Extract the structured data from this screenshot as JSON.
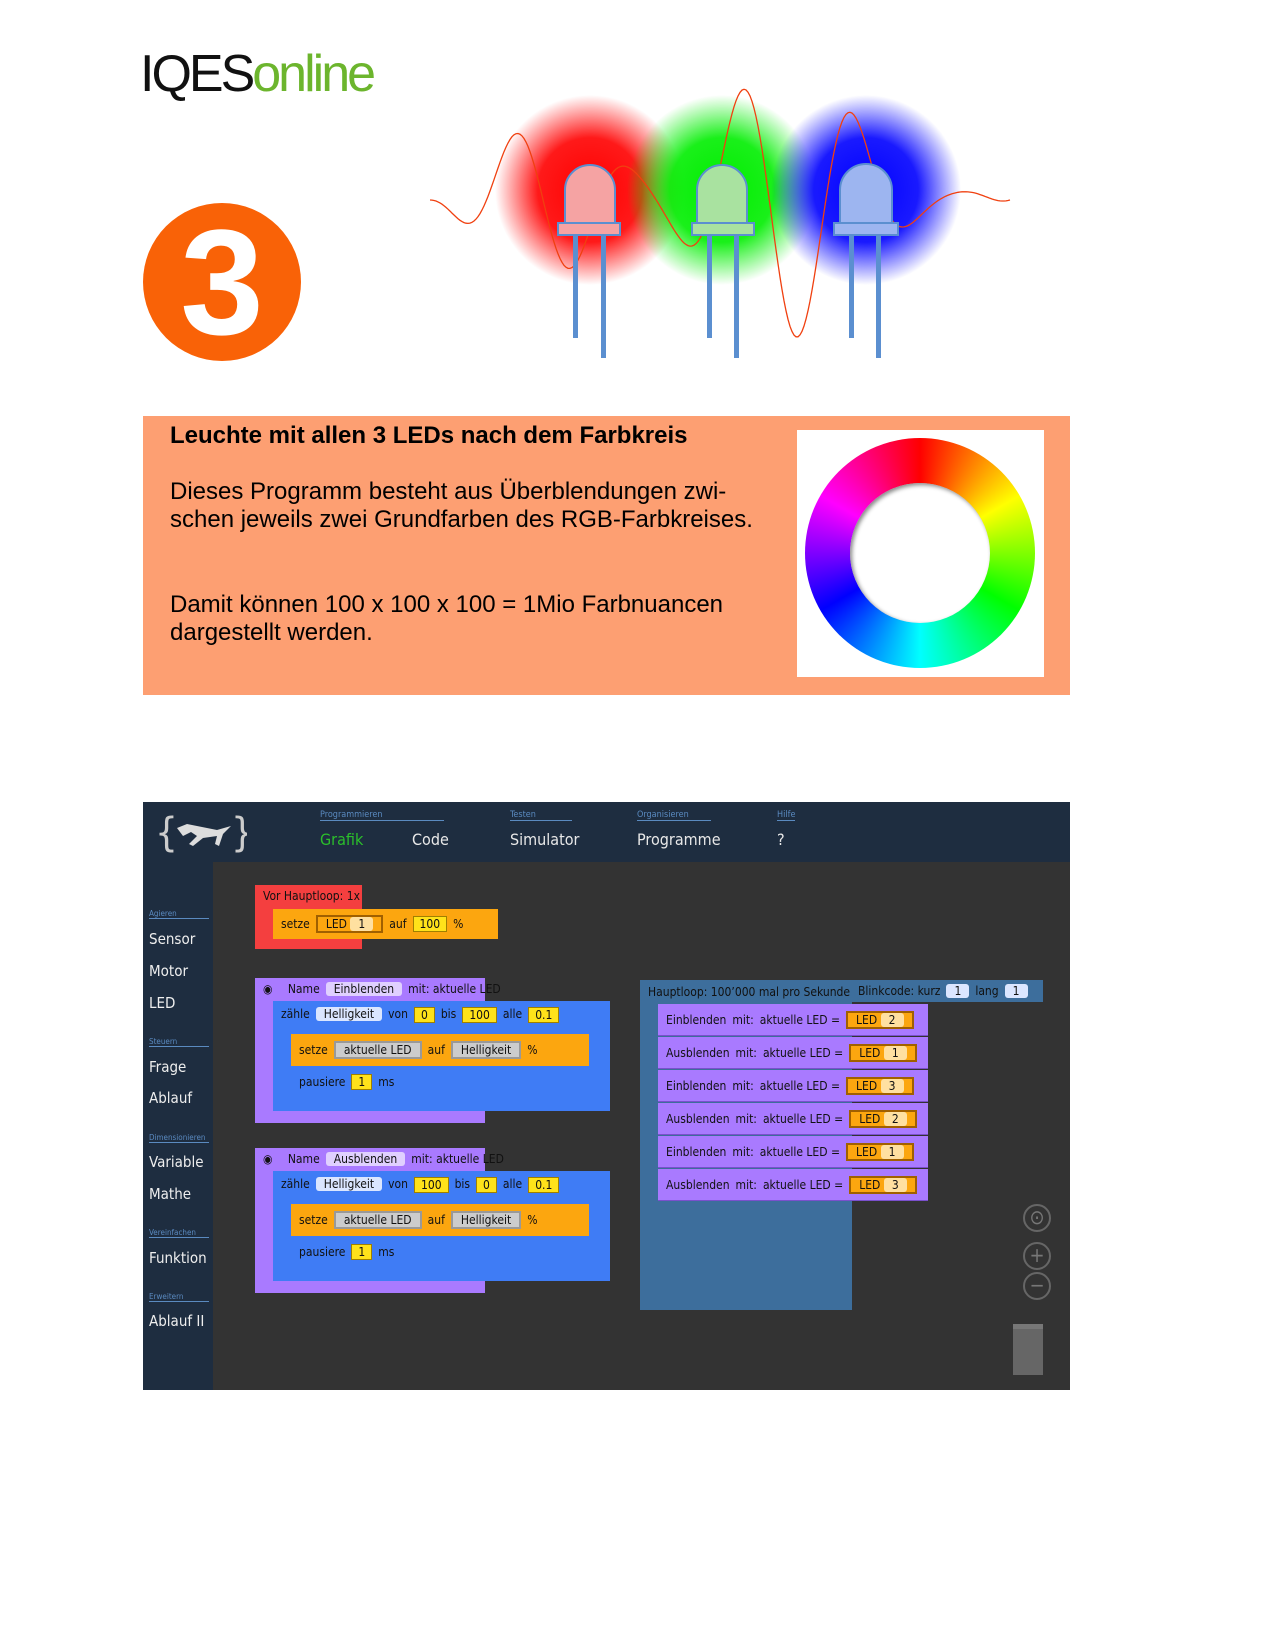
{
  "logo": {
    "part1": "IQES",
    "part2": "online"
  },
  "step_number": "3",
  "colors": {
    "orange": "#f96207",
    "panel": "#fd9f72",
    "led_red": "#f5a3a3",
    "led_green": "#a9e2a0",
    "led_blue": "#9db5f0"
  },
  "panel": {
    "title": "Leuchte mit allen 3 LEDs nach dem Farbkreis",
    "para1": "Dieses Programm besteht aus Überblendungen zwi-schen jeweils zwei Grundfarben des RGB-Farbkreises.",
    "para2": "Damit können 100 x 100 x 100 = 1Mio Farbnuancen dargestellt werden."
  },
  "app": {
    "nav": {
      "groups": [
        "Programmieren",
        "Testen",
        "Organisieren",
        "Hilfe"
      ],
      "items": [
        "Grafik",
        "Code",
        "Simulator",
        "Programme",
        "?"
      ]
    },
    "sidebar": [
      {
        "group": "Agieren",
        "items": [
          "Sensor",
          "Motor",
          "LED"
        ]
      },
      {
        "group": "Steuern",
        "items": [
          "Frage",
          "Ablauf"
        ]
      },
      {
        "group": "Dimensionieren",
        "items": [
          "Variable",
          "Mathe"
        ]
      },
      {
        "group": "Vereinfachen",
        "items": [
          "Funktion"
        ]
      },
      {
        "group": "Erweitern",
        "items": [
          "Ablauf II"
        ]
      }
    ],
    "before": {
      "title": "Vor Hauptloop: 1x",
      "setze": "setze",
      "led": "LED",
      "led_num": "1",
      "auf": "auf",
      "value": "100",
      "pct": "%"
    },
    "fn1": {
      "name": "Name",
      "fname": "Einblenden",
      "mit": "mit: aktuelle LED",
      "zaehle": "zähle",
      "var": "Helligkeit",
      "von": "von",
      "from": "0",
      "bis": "bis",
      "to": "100",
      "alle": "alle",
      "step": "0.1",
      "setze": "setze",
      "target": "aktuelle LED",
      "auf": "auf",
      "pct": "%",
      "pause": "pausiere",
      "ms_val": "1",
      "ms": "ms"
    },
    "fn2": {
      "name": "Name",
      "fname": "Ausblenden",
      "mit": "mit: aktuelle LED",
      "zaehle": "zähle",
      "var": "Helligkeit",
      "von": "von",
      "from": "100",
      "bis": "bis",
      "to": "0",
      "alle": "alle",
      "step": "0.1",
      "setze": "setze",
      "target": "aktuelle LED",
      "auf": "auf",
      "pct": "%",
      "pause": "pausiere",
      "ms_val": "1",
      "ms": "ms"
    },
    "main": {
      "title": "Hauptloop: 100’000 mal pro Sekunde",
      "blink": "Blinkcode: kurz",
      "kurz": "1",
      "lang_label": "lang",
      "lang": "1",
      "mit": "mit:",
      "eq": "aktuelle LED =",
      "led": "LED",
      "calls": [
        {
          "fn": "Einblenden",
          "led": "2"
        },
        {
          "fn": "Ausblenden",
          "led": "1"
        },
        {
          "fn": "Einblenden",
          "led": "3"
        },
        {
          "fn": "Ausblenden",
          "led": "2"
        },
        {
          "fn": "Einblenden",
          "led": "1"
        },
        {
          "fn": "Ausblenden",
          "led": "3"
        }
      ]
    }
  }
}
